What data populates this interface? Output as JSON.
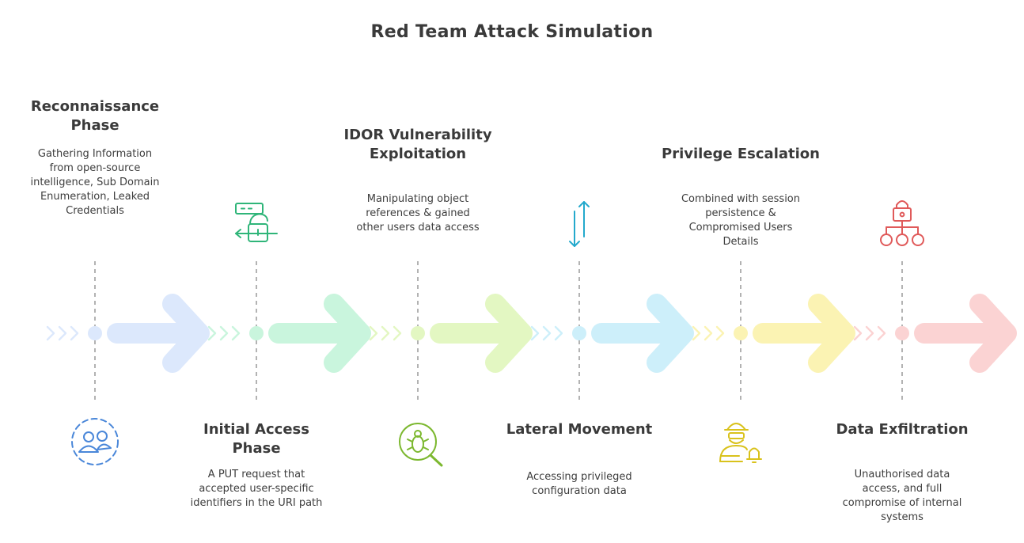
{
  "title": "Red Team Attack Simulation",
  "phases": [
    {
      "title": "Reconnaissance Phase",
      "description": "Gathering Information from open-source intelligence, Sub Domain Enumeration, Leaked Credentials",
      "color": "#4a87d9",
      "light": "#dce8fc",
      "icon": "users-circle-icon"
    },
    {
      "title": "Initial Access Phase",
      "description": "A PUT request that accepted user-specific identifiers in the URI path",
      "color": "#2fb579",
      "light": "#c9f5dd",
      "icon": "access-unlock-icon"
    },
    {
      "title": "IDOR Vulnerability Exploitation",
      "description": "Manipulating object references & gained other users data access",
      "color": "#7cb82f",
      "light": "#e3f7c2",
      "icon": "bug-search-icon"
    },
    {
      "title": "Lateral Movement",
      "description": "Accessing privileged configuration data",
      "color": "#24a9cc",
      "light": "#cdeffa",
      "icon": "up-down-arrows-icon"
    },
    {
      "title": "Privilege Escalation",
      "description": "Combined with session persistence & Compromised Users Details",
      "color": "#d9c21c",
      "light": "#fbf3b3",
      "icon": "spy-bell-icon"
    },
    {
      "title": "Data Exfiltration",
      "description": "Unauthorised data access, and full compromise of internal systems",
      "color": "#e05a5a",
      "light": "#fbd3d3",
      "icon": "lock-network-icon"
    }
  ]
}
